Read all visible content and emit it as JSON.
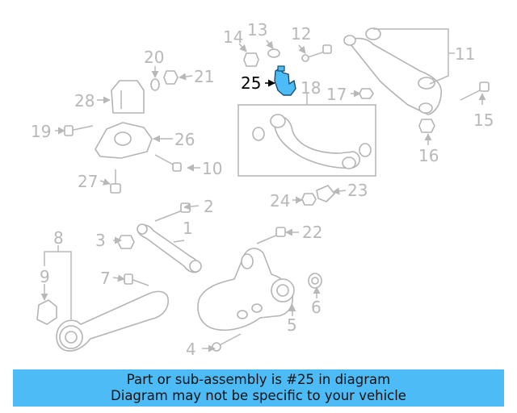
{
  "callouts": [
    {
      "id": "1",
      "label": "1"
    },
    {
      "id": "2",
      "label": "2"
    },
    {
      "id": "3",
      "label": "3"
    },
    {
      "id": "4",
      "label": "4"
    },
    {
      "id": "5",
      "label": "5"
    },
    {
      "id": "6",
      "label": "6"
    },
    {
      "id": "7",
      "label": "7"
    },
    {
      "id": "8",
      "label": "8"
    },
    {
      "id": "9",
      "label": "9"
    },
    {
      "id": "10",
      "label": "10"
    },
    {
      "id": "11",
      "label": "11"
    },
    {
      "id": "12",
      "label": "12"
    },
    {
      "id": "13",
      "label": "13"
    },
    {
      "id": "14",
      "label": "14"
    },
    {
      "id": "15",
      "label": "15"
    },
    {
      "id": "16",
      "label": "16"
    },
    {
      "id": "17",
      "label": "17"
    },
    {
      "id": "18",
      "label": "18"
    },
    {
      "id": "19",
      "label": "19"
    },
    {
      "id": "20",
      "label": "20"
    },
    {
      "id": "21",
      "label": "21"
    },
    {
      "id": "22",
      "label": "22"
    },
    {
      "id": "23",
      "label": "23"
    },
    {
      "id": "24",
      "label": "24"
    },
    {
      "id": "25",
      "label": "25",
      "highlighted": true
    },
    {
      "id": "26",
      "label": "26"
    },
    {
      "id": "27",
      "label": "27"
    },
    {
      "id": "28",
      "label": "28"
    }
  ],
  "highlight_color": "#4dbbf5",
  "banner": {
    "line1": "Part or sub-assembly is #25 in diagram",
    "line2": "Diagram may not be specific to your vehicle",
    "background": "#4dbbf5"
  }
}
